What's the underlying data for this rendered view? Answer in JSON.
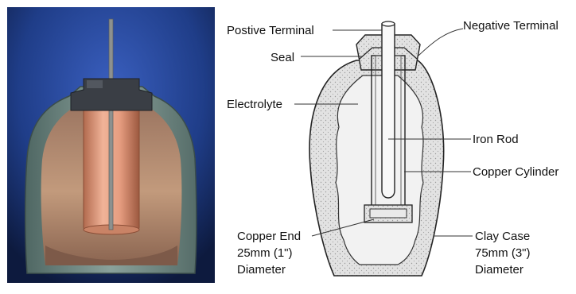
{
  "photo": {
    "subject": "cutaway-clay-jar-with-copper-cylinder-and-iron-rod"
  },
  "diagram": {
    "labels": {
      "positive_terminal": "Postive Terminal",
      "negative_terminal": "Negative Terminal",
      "seal": "Seal",
      "electrolyte": "Electrolyte",
      "iron_rod": "Iron Rod",
      "copper_cylinder": "Copper Cylinder",
      "copper_end": [
        "Copper End",
        "25mm (1\")",
        "Diameter"
      ],
      "clay_case": [
        "Clay Case",
        "75mm (3\")",
        "Diameter"
      ]
    }
  },
  "colors": {
    "photo_background": "#1f3d88",
    "clay_outer": "#6f8883",
    "clay_interior": "#b98f70",
    "copper": "#e9a88a",
    "cork": "#3a3e45",
    "diagram_line": "#222222",
    "clay_fill": "#dcdcdc",
    "electrolyte_fill": "#efefef"
  }
}
